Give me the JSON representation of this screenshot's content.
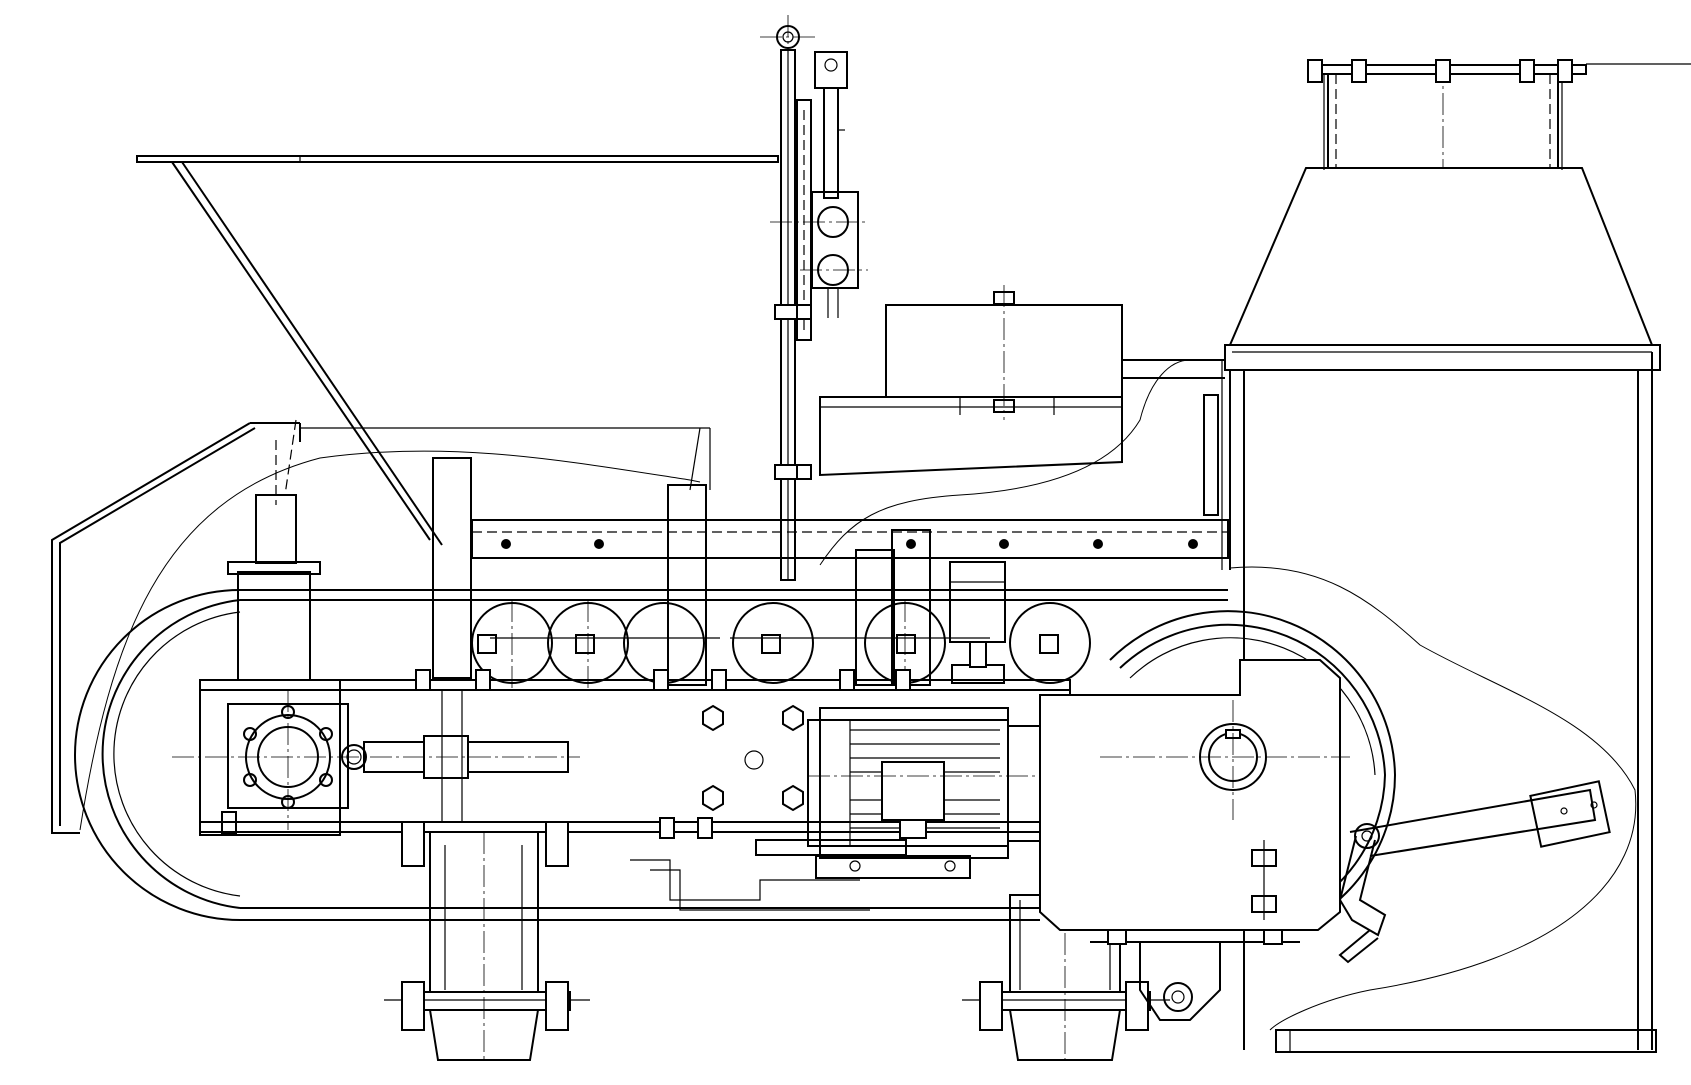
{
  "drawing": {
    "type": "mechanical-assembly-side-view",
    "line_color": "#000000",
    "background": "#ffffff",
    "components": [
      "hopper",
      "flap-guide",
      "return-pulley",
      "take-up-bearing",
      "belt",
      "carrying-idlers",
      "frame-beam",
      "support-legs",
      "electric-motor",
      "gear-reducer",
      "drive-pulley",
      "discharge-chute",
      "dust-cover",
      "belt-scraper",
      "gate-actuator",
      "equipment-box",
      "flange-bolts"
    ]
  }
}
